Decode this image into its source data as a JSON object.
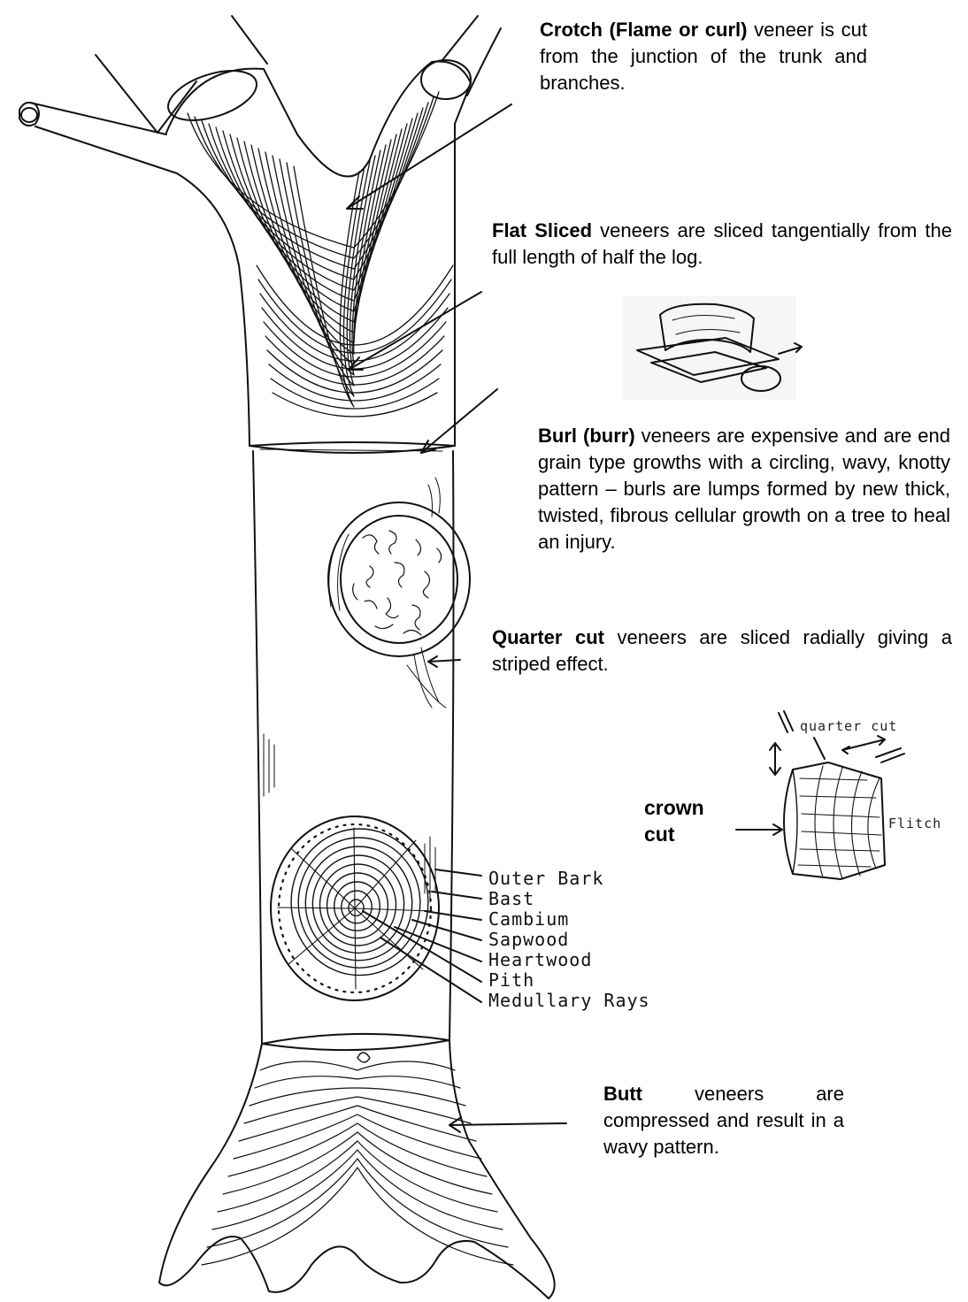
{
  "descriptions": {
    "crotch": {
      "term": "Crotch (Flame or curl)",
      "text": " veneer is cut from the junction of the trunk and branches."
    },
    "flat_sliced": {
      "term": "Flat Sliced",
      "text": " veneers are sliced tangentially from the full length of half the log."
    },
    "burl": {
      "term": "Burl (burr)",
      "text": " veneers are expensive and are end grain type growths with a circling, wavy, knotty pattern – burls are lumps formed by new thick, twisted, fibrous cellular growth on a tree to heal an injury."
    },
    "quarter_cut": {
      "term": "Quarter cut",
      "text": " veneers are sliced radially giving a striped effect."
    },
    "butt": {
      "term": "Butt",
      "text": " veneers are compressed and result in a wavy pattern."
    }
  },
  "flitch_diagram": {
    "top_label": "quarter cut",
    "side_label": "Flitch",
    "crown_label": "crown cut"
  },
  "cross_section_labels": [
    "Outer Bark",
    "Bast",
    "Cambium",
    "Sapwood",
    "Heartwood",
    "Pith",
    "Medullary Rays"
  ]
}
